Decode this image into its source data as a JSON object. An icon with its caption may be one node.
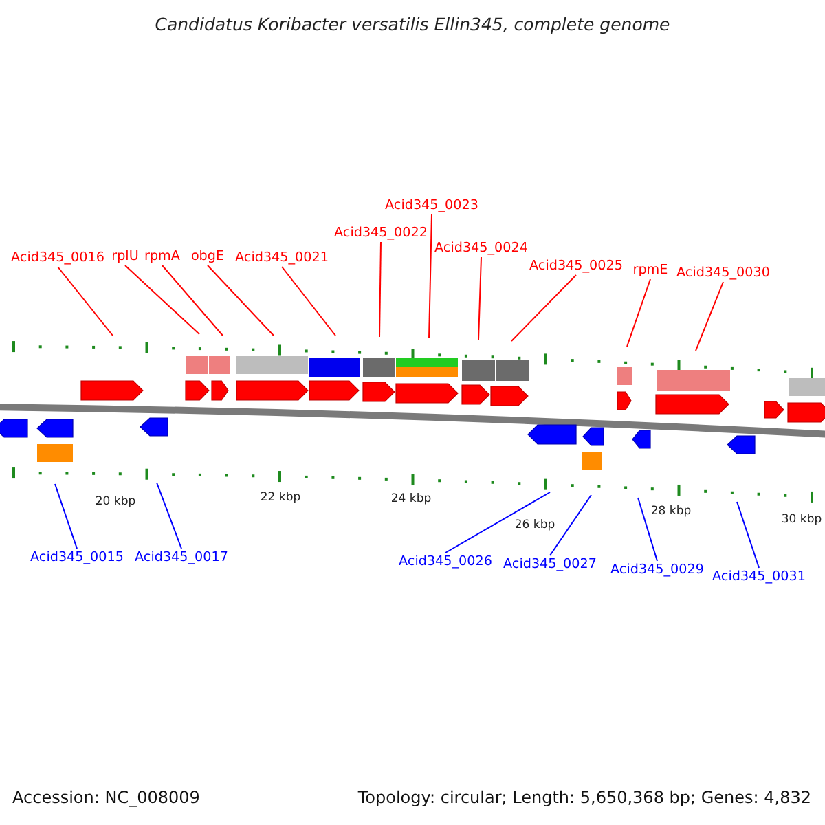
{
  "diagram": {
    "title": "Candidatus Koribacter versatilis Ellin345, complete genome",
    "nodes": [
      {
        "text": [
          "Acid345_0016"
        ]
      },
      {
        "text": [
          "rplU"
        ]
      },
      {
        "text": [
          "rpmA"
        ]
      },
      {
        "text": [
          "obgE"
        ]
      },
      {
        "text": [
          "Acid345_0021"
        ]
      },
      {
        "text": [
          "Acid345_0022"
        ]
      },
      {
        "text": [
          "Acid345_0023"
        ]
      },
      {
        "text": [
          "Acid345_0024"
        ]
      },
      {
        "text": [
          "Acid345_0025"
        ]
      },
      {
        "text": [
          "rpmE"
        ]
      },
      {
        "text": [
          "Acid345_0030"
        ]
      },
      {
        "text": [
          "Acid345_0015"
        ]
      },
      {
        "text": [
          "Acid345_0017"
        ]
      },
      {
        "text": [
          "Acid345_0026"
        ]
      },
      {
        "text": [
          "Acid345_0027"
        ]
      },
      {
        "text": [
          "Acid345_0029"
        ]
      },
      {
        "text": [
          "Acid345_0031"
        ]
      }
    ],
    "edges": [
      {
        "from": 0,
        "to": null,
        "arrow": "none"
      },
      {
        "from": 1,
        "to": null,
        "arrow": "none"
      },
      {
        "from": 2,
        "to": null,
        "arrow": "none"
      },
      {
        "from": 3,
        "to": null,
        "arrow": "none"
      },
      {
        "from": 4,
        "to": null,
        "arrow": "none"
      },
      {
        "from": 5,
        "to": null,
        "arrow": "none"
      },
      {
        "from": 6,
        "to": null,
        "arrow": "none"
      },
      {
        "from": 7,
        "to": null,
        "arrow": "none"
      },
      {
        "from": 8,
        "to": null,
        "arrow": "none"
      },
      {
        "from": 9,
        "to": null,
        "arrow": "none"
      },
      {
        "from": 10,
        "to": null,
        "arrow": "none"
      },
      {
        "from": 11,
        "to": null,
        "arrow": "none",
        "color": "#0000ff"
      },
      {
        "from": 12,
        "to": null,
        "arrow": "none",
        "color": "#0000ff"
      },
      {
        "from": 13,
        "to": null,
        "arrow": "none",
        "color": "#0000ff"
      },
      {
        "from": 14,
        "to": null,
        "arrow": "none",
        "color": "#0000ff"
      },
      {
        "from": 15,
        "to": null,
        "arrow": "none",
        "color": "#0000ff"
      },
      {
        "from": 16,
        "to": null,
        "arrow": "none",
        "color": "#0000ff"
      }
    ],
    "labels": [
      "20 kbp",
      "22 kbp",
      "24 kbp",
      "26 kbp",
      "28 kbp",
      "30 kbp",
      "Accession: NC_008009",
      "Topology: circular; Length: 5,650,368 bp; Genes: 4,832"
    ]
  }
}
